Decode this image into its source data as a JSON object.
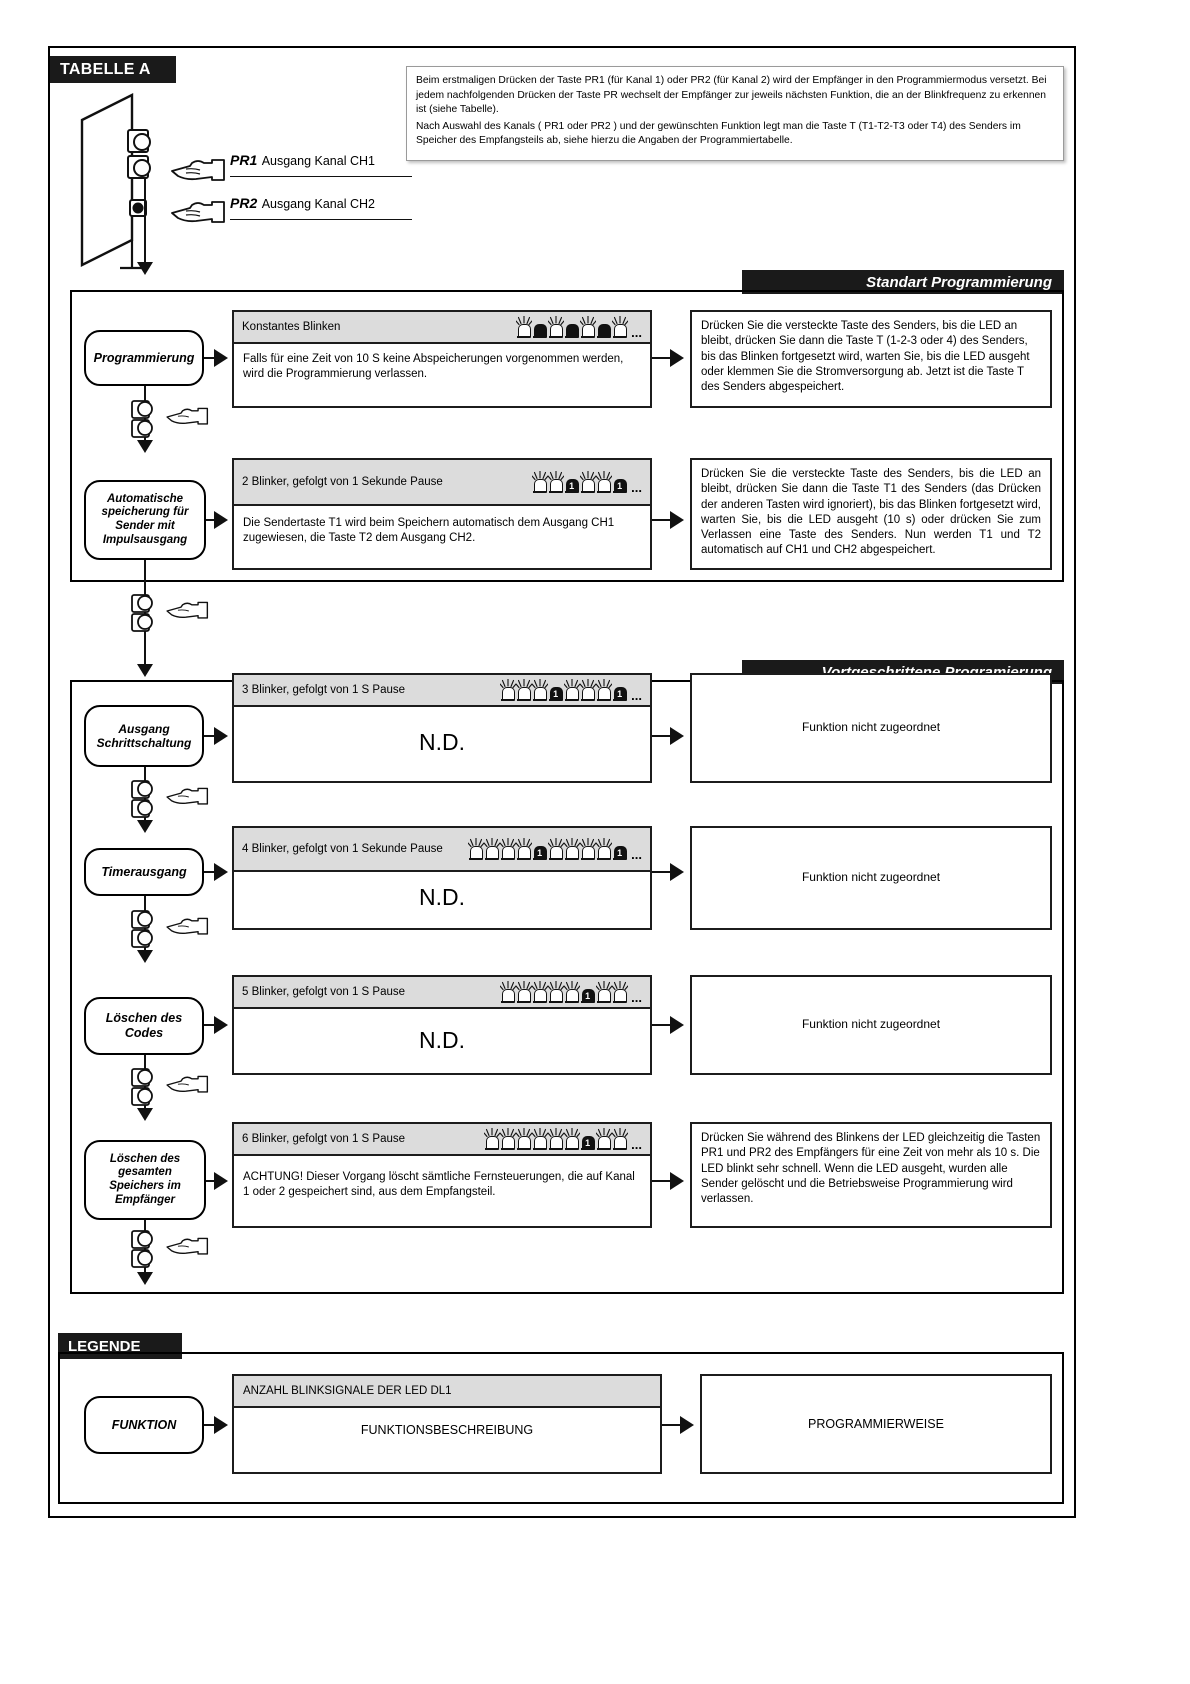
{
  "page": {
    "table_title": "TABELLE A",
    "legend_title": "LEGENDE"
  },
  "note": {
    "line1": "Beim erstmaligen Drücken der Taste PR1 (für Kanal 1) oder PR2 (für Kanal 2) wird der Empfänger in den Programmiermodus versetzt. Bei jedem nachfolgenden Drücken der Taste PR wechselt der Empfänger zur jeweils nächsten Funktion, die an der Blinkfrequenz zu erkennen ist (siehe Tabelle).",
    "line2": "Nach Auswahl des Kanals ( PR1 oder PR2 ) und der gewünschten Funktion legt man die Taste T (T1-T2-T3 oder T4) des Senders im Speicher des Empfangsteils ab, siehe hierzu die Angaben der Programmiertabelle."
  },
  "receiver": {
    "pr1_code": "PR1",
    "pr1_text": "Ausgang Kanal CH1",
    "pr2_code": "PR2",
    "pr2_text": "Ausgang Kanal CH2"
  },
  "sections": [
    {
      "title": "Standart Programierung",
      "title_display": "Standart Programmierung",
      "rows": [
        {
          "function": "Programmierung",
          "blink_label": "Konstantes Blinken",
          "led_pattern": [
            "on",
            "off",
            "on",
            "off",
            "on",
            "off",
            "on"
          ],
          "description": "Falls für eine Zeit von 10 S keine Abspeicherungen vorgenommen werden, wird die Programmierung verlassen.",
          "instruction": "Drücken Sie die versteckte Taste des Senders, bis die LED an bleibt, drücken Sie dann die Taste T (1-2-3 oder 4) des Senders, bis das Blinken fortgesetzt wird, warten Sie, bis die LED ausgeht oder klemmen Sie die Stromversorgung ab. Jetzt ist die Taste T des Senders abgespeichert.",
          "justify": false
        },
        {
          "function": "Automatische speicherung für Sender mit Impulsausgang",
          "blink_label": "2 Blinker, gefolgt von 1 Sekunde Pause",
          "led_pattern": [
            "on",
            "on",
            "pause",
            "on",
            "on",
            "pause"
          ],
          "description": "Die Sendertaste T1 wird beim Speichern automatisch dem Ausgang CH1 zugewiesen, die Taste T2 dem Ausgang CH2.",
          "instruction": "Drücken Sie die versteckte Taste des Senders, bis die LED an bleibt, drücken Sie dann die Taste T1 des Senders (das Drücken der anderen Tasten wird ignoriert), bis das Blinken fortgesetzt wird, warten Sie, bis die LED ausgeht (10 s) oder drücken Sie zum Verlassen eine Taste des Senders. Nun werden T1 und T2 automatisch auf CH1 und CH2 abgespeichert.",
          "justify": true
        }
      ]
    },
    {
      "title": "Vortgeschrittene Programierung",
      "title_display": "Vortgeschrittene Programierung",
      "rows": [
        {
          "function": "Ausgang Schrittschaltung",
          "blink_label": "3 Blinker, gefolgt von 1 S Pause",
          "led_pattern": [
            "on",
            "on",
            "on",
            "pause",
            "on",
            "on",
            "on",
            "pause"
          ],
          "description": "N.D.",
          "instruction": "Funktion nicht zugeordnet",
          "justify": false
        },
        {
          "function": "Timerausgang",
          "blink_label": "4 Blinker, gefolgt von 1 Sekunde Pause",
          "led_pattern": [
            "on",
            "on",
            "on",
            "on",
            "pause",
            "on",
            "on",
            "on",
            "on",
            "pause"
          ],
          "description": "N.D.",
          "instruction": "Funktion nicht zugeordnet",
          "justify": false
        },
        {
          "function": "Löschen des Codes",
          "blink_label": "5 Blinker, gefolgt von 1 S Pause",
          "led_pattern": [
            "on",
            "on",
            "on",
            "on",
            "on",
            "pause",
            "on",
            "on"
          ],
          "description": "N.D.",
          "instruction": "Funktion nicht zugeordnet",
          "justify": false
        },
        {
          "function": "Löschen des gesamten Speichers im Empfänger",
          "blink_label": "6 Blinker, gefolgt von 1 S Pause",
          "led_pattern": [
            "on",
            "on",
            "on",
            "on",
            "on",
            "on",
            "pause",
            "on",
            "on"
          ],
          "description": "ACHTUNG! Dieser Vorgang löscht sämtliche Fernsteuerungen, die auf Kanal 1 oder 2 gespeichert sind, aus dem Empfangsteil.",
          "instruction": "Drücken Sie während des Blinkens der LED gleichzeitig die Tasten PR1 und PR2 des Empfängers für eine Zeit von mehr als 10 s. Die LED blinkt sehr schnell. Wenn die LED ausgeht, wurden alle Sender gelöscht und die Betriebsweise Programmierung wird verlassen.",
          "justify": false
        }
      ]
    }
  ],
  "legend": {
    "function": "FUNKTION",
    "blink_header": "ANZAHL BLINKSIGNALE DER LED DL1",
    "description": "FUNKTIONSBESCHREIBUNG",
    "instruction": "PROGRAMMIERWEISE"
  },
  "pause_digit": "1",
  "ellipsis": "..."
}
